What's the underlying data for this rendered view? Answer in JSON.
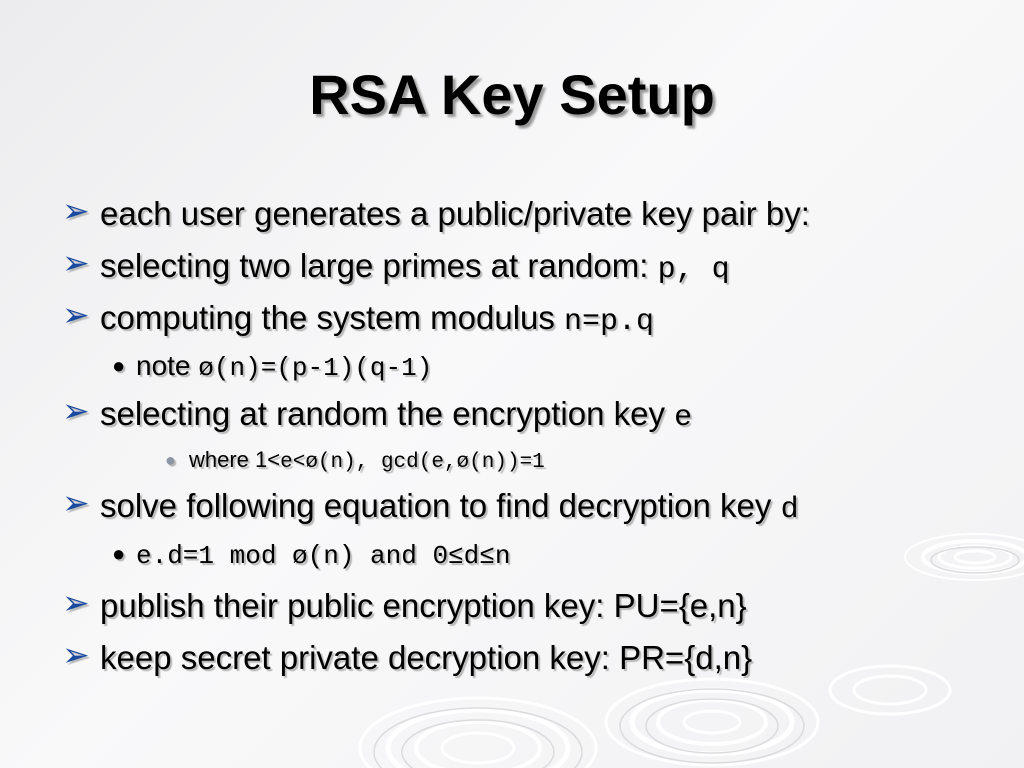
{
  "slide": {
    "title": "RSA Key Setup",
    "items": [
      {
        "level": 1,
        "text": "each user generates a public/private key pair by:",
        "code": ""
      },
      {
        "level": 1,
        "text": "selecting two large primes at random: ",
        "code": "p, q"
      },
      {
        "level": 1,
        "text": "computing the system modulus ",
        "code": "n=p.q"
      },
      {
        "level": 2,
        "text": "note ",
        "code": "ø(n)=(p-1)(q-1)"
      },
      {
        "level": 1,
        "text": "selecting at random the encryption key ",
        "code": "e"
      },
      {
        "level": 3,
        "text": "where 1<",
        "code": "e<ø(n), gcd(e,ø(n))=1"
      },
      {
        "level": 1,
        "text": "solve following equation to find decryption key ",
        "code": "d"
      },
      {
        "level": 2,
        "text": "",
        "code": "e.d=1 mod ø(n) and 0≤d≤n"
      },
      {
        "level": 1,
        "text": "publish their public encryption key: PU={e,n}",
        "code": ""
      },
      {
        "level": 1,
        "text": "keep secret private decryption key: PR={d,n}",
        "code": ""
      }
    ]
  },
  "bullets": {
    "level1": "➢",
    "level2": "●",
    "level3": "●"
  },
  "colors": {
    "bullet_level1": "#1a4aa0",
    "bullet_level3": "#8a95a6",
    "text": "#000000"
  },
  "icons": {
    "level1_bullet": "arrowhead-bullet-icon",
    "level2_bullet": "dot-bullet-icon",
    "level3_bullet": "small-dot-bullet-icon",
    "background": "water-ripple-decoration"
  }
}
